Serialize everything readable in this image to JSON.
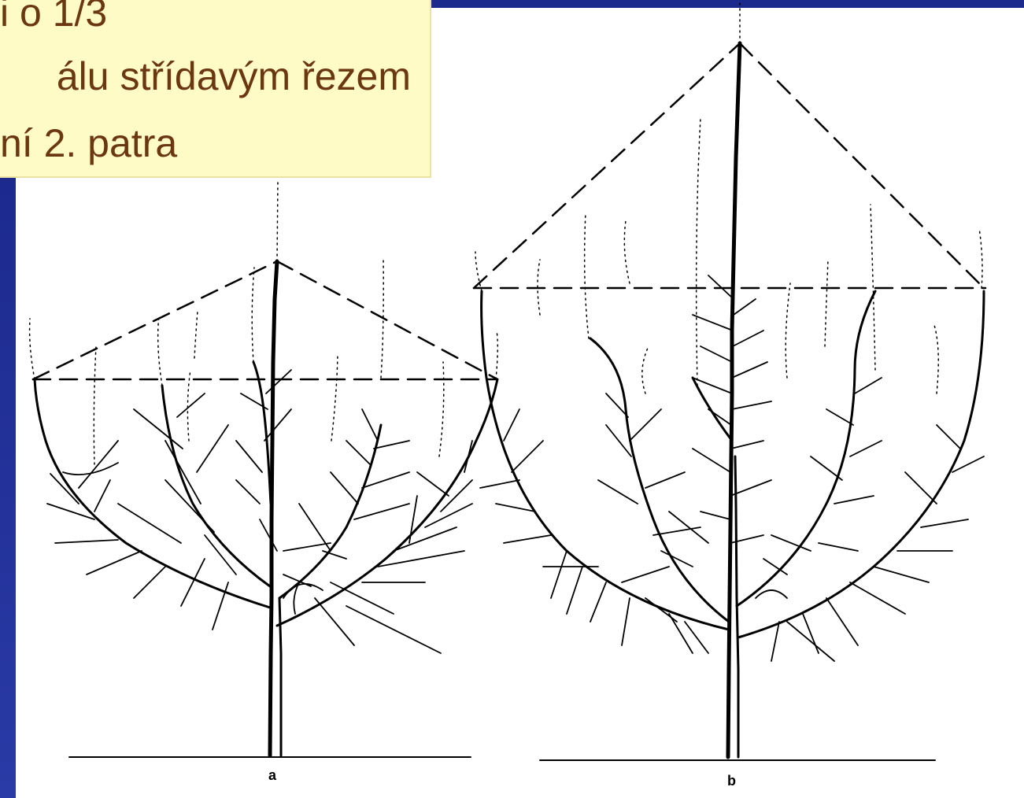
{
  "text_box": {
    "lines": [
      "i o 1/3",
      "álu střídavým řezem",
      "ní 2. patra"
    ]
  },
  "figures": [
    {
      "label": "a"
    },
    {
      "label": "b"
    }
  ],
  "colors": {
    "slide_background": "#1c2a8e",
    "text_box_background": "#fffbc6",
    "text_color": "#6b3710",
    "drawing_ink": "#000000"
  }
}
